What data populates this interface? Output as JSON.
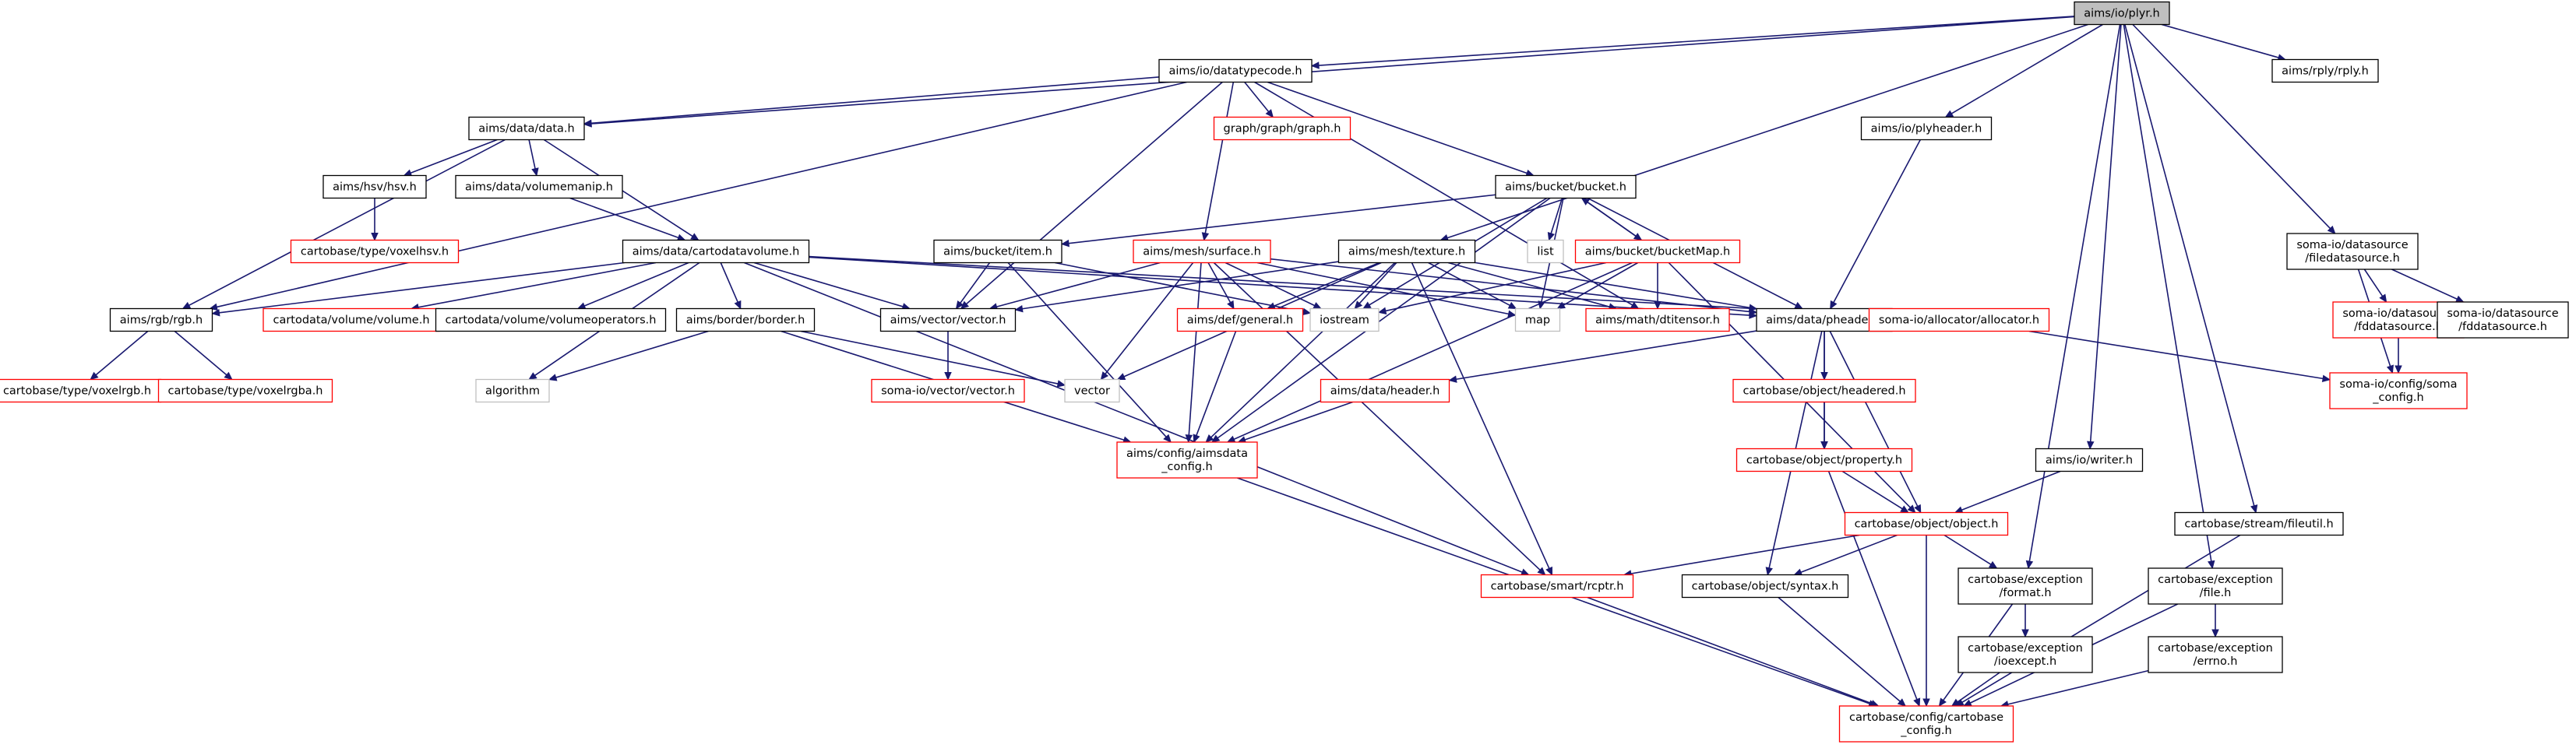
{
  "colors": {
    "edge": "#191970",
    "box_black": "#000000",
    "box_red": "#ff0000",
    "box_grey": "#bfbfbf",
    "box_root_fill": "#bfbfbf",
    "box_fill": "#ffffff"
  },
  "nodes": [
    {
      "id": "n_root",
      "style": "root",
      "lines": [
        "aims/io/plyr.h"
      ]
    },
    {
      "id": "n_datatypecode",
      "style": "black",
      "lines": [
        "aims/io/datatypecode.h"
      ]
    },
    {
      "id": "n_rplyh",
      "style": "black",
      "lines": [
        "aims/rply/rply.h"
      ]
    },
    {
      "id": "n_data",
      "style": "black",
      "lines": [
        "aims/data/data.h"
      ]
    },
    {
      "id": "n_graph",
      "style": "red",
      "lines": [
        "graph/graph/graph.h"
      ]
    },
    {
      "id": "n_plyheader",
      "style": "black",
      "lines": [
        "aims/io/plyheader.h"
      ]
    },
    {
      "id": "n_hsv",
      "style": "black",
      "lines": [
        "aims/hsv/hsv.h"
      ]
    },
    {
      "id": "n_volumemanip",
      "style": "black",
      "lines": [
        "aims/data/volumemanip.h"
      ]
    },
    {
      "id": "n_bucket",
      "style": "black",
      "lines": [
        "aims/bucket/bucket.h"
      ]
    },
    {
      "id": "n_voxelhsv",
      "style": "red",
      "lines": [
        "cartobase/type/voxelhsv.h"
      ]
    },
    {
      "id": "n_list",
      "style": "grey",
      "lines": [
        "list"
      ]
    },
    {
      "id": "n_filedatasource",
      "style": "black",
      "lines": [
        "soma-io/datasource",
        "/filedatasource.h"
      ]
    },
    {
      "id": "n_cartodatavolume",
      "style": "black",
      "lines": [
        "aims/data/cartodatavolume.h"
      ]
    },
    {
      "id": "n_item",
      "style": "black",
      "lines": [
        "aims/bucket/item.h"
      ]
    },
    {
      "id": "n_surface",
      "style": "red",
      "lines": [
        "aims/mesh/surface.h"
      ]
    },
    {
      "id": "n_texture",
      "style": "black",
      "lines": [
        "aims/mesh/texture.h"
      ]
    },
    {
      "id": "n_bucketmap",
      "style": "red",
      "lines": [
        "aims/bucket/bucketMap.h"
      ]
    },
    {
      "id": "n_rgb",
      "style": "black",
      "lines": [
        "aims/rgb/rgb.h"
      ]
    },
    {
      "id": "n_volume",
      "style": "red",
      "lines": [
        "cartodata/volume/volume.h"
      ]
    },
    {
      "id": "n_volumeoperators",
      "style": "black",
      "lines": [
        "cartodata/volume/volumeoperators.h"
      ]
    },
    {
      "id": "n_border",
      "style": "black",
      "lines": [
        "aims/border/border.h"
      ]
    },
    {
      "id": "n_vectorh",
      "style": "black",
      "lines": [
        "aims/vector/vector.h"
      ]
    },
    {
      "id": "n_iostream",
      "style": "grey",
      "lines": [
        "iostream"
      ]
    },
    {
      "id": "n_general",
      "style": "red",
      "lines": [
        "aims/def/general.h"
      ]
    },
    {
      "id": "n_map",
      "style": "grey",
      "lines": [
        "map"
      ]
    },
    {
      "id": "n_dtitensor",
      "style": "red",
      "lines": [
        "aims/math/dtitensor.h"
      ]
    },
    {
      "id": "n_pheader",
      "style": "black",
      "lines": [
        "aims/data/pheader.h"
      ]
    },
    {
      "id": "n_allocator",
      "style": "red",
      "lines": [
        "soma-io/allocator/allocator.h"
      ]
    },
    {
      "id": "n_fdds_red",
      "style": "red",
      "lines": [
        "soma-io/datasource",
        "/fddatasource.h"
      ]
    },
    {
      "id": "n_fdds_black",
      "style": "black",
      "lines": [
        "soma-io/datasource",
        "/fddatasource.h"
      ]
    },
    {
      "id": "n_voxelrgb",
      "style": "red",
      "lines": [
        "cartobase/type/voxelrgb.h"
      ]
    },
    {
      "id": "n_voxelrgba",
      "style": "red",
      "lines": [
        "cartobase/type/voxelrgba.h"
      ]
    },
    {
      "id": "n_algorithm",
      "style": "grey",
      "lines": [
        "algorithm"
      ]
    },
    {
      "id": "n_somavector",
      "style": "red",
      "lines": [
        "soma-io/vector/vector.h"
      ]
    },
    {
      "id": "n_vector",
      "style": "grey",
      "lines": [
        "vector"
      ]
    },
    {
      "id": "n_header",
      "style": "red",
      "lines": [
        "aims/data/header.h"
      ]
    },
    {
      "id": "n_headered",
      "style": "red",
      "lines": [
        "cartobase/object/headered.h"
      ]
    },
    {
      "id": "n_somaconfig",
      "style": "red",
      "lines": [
        "soma-io/config/soma",
        "_config.h"
      ]
    },
    {
      "id": "n_aimsdataconfig",
      "style": "red",
      "lines": [
        "aims/config/aimsdata",
        "_config.h"
      ]
    },
    {
      "id": "n_property",
      "style": "red",
      "lines": [
        "cartobase/object/property.h"
      ]
    },
    {
      "id": "n_writer",
      "style": "black",
      "lines": [
        "aims/io/writer.h"
      ]
    },
    {
      "id": "n_object",
      "style": "red",
      "lines": [
        "cartobase/object/object.h"
      ]
    },
    {
      "id": "n_fileutil",
      "style": "black",
      "lines": [
        "cartobase/stream/fileutil.h"
      ]
    },
    {
      "id": "n_rcptr",
      "style": "red",
      "lines": [
        "cartobase/smart/rcptr.h"
      ]
    },
    {
      "id": "n_syntax",
      "style": "black",
      "lines": [
        "cartobase/object/syntax.h"
      ]
    },
    {
      "id": "n_format",
      "style": "black",
      "lines": [
        "cartobase/exception",
        "/format.h"
      ]
    },
    {
      "id": "n_file",
      "style": "black",
      "lines": [
        "cartobase/exception",
        "/file.h"
      ]
    },
    {
      "id": "n_ioexcept",
      "style": "black",
      "lines": [
        "cartobase/exception",
        "/ioexcept.h"
      ]
    },
    {
      "id": "n_errno",
      "style": "black",
      "lines": [
        "cartobase/exception",
        "/errno.h"
      ]
    },
    {
      "id": "n_cartobaseconfig",
      "style": "red",
      "lines": [
        "cartobase/config/cartobase",
        "_config.h"
      ]
    }
  ],
  "edges": [
    [
      "n_root",
      "n_datatypecode"
    ],
    [
      "n_root",
      "n_rplyh"
    ],
    [
      "n_root",
      "n_data"
    ],
    [
      "n_root",
      "n_plyheader"
    ],
    [
      "n_root",
      "n_texture"
    ],
    [
      "n_root",
      "n_filedatasource"
    ],
    [
      "n_root",
      "n_writer"
    ],
    [
      "n_root",
      "n_format"
    ],
    [
      "n_root",
      "n_file"
    ],
    [
      "n_root",
      "n_fileutil"
    ],
    [
      "n_datatypecode",
      "n_data"
    ],
    [
      "n_datatypecode",
      "n_graph"
    ],
    [
      "n_datatypecode",
      "n_bucket"
    ],
    [
      "n_datatypecode",
      "n_surface"
    ],
    [
      "n_datatypecode",
      "n_vectorh"
    ],
    [
      "n_datatypecode",
      "n_rgb"
    ],
    [
      "n_datatypecode",
      "n_dtitensor"
    ],
    [
      "n_data",
      "n_hsv"
    ],
    [
      "n_data",
      "n_volumemanip"
    ],
    [
      "n_data",
      "n_cartodatavolume"
    ],
    [
      "n_data",
      "n_rgb"
    ],
    [
      "n_hsv",
      "n_voxelhsv"
    ],
    [
      "n_volumemanip",
      "n_cartodatavolume"
    ],
    [
      "n_plyheader",
      "n_pheader"
    ],
    [
      "n_bucket",
      "n_list"
    ],
    [
      "n_bucket",
      "n_item"
    ],
    [
      "n_bucket",
      "n_bucketmap"
    ],
    [
      "n_bucket",
      "n_iostream"
    ],
    [
      "n_bucket",
      "n_map"
    ],
    [
      "n_bucket",
      "n_pheader"
    ],
    [
      "n_bucket",
      "n_aimsdataconfig"
    ],
    [
      "n_bucketmap",
      "n_bucket"
    ],
    [
      "n_bucketmap",
      "n_map"
    ],
    [
      "n_bucketmap",
      "n_dtitensor"
    ],
    [
      "n_bucketmap",
      "n_iostream"
    ],
    [
      "n_bucketmap",
      "n_object"
    ],
    [
      "n_bucketmap",
      "n_aimsdataconfig"
    ],
    [
      "n_cartodatavolume",
      "n_rgb"
    ],
    [
      "n_cartodatavolume",
      "n_volume"
    ],
    [
      "n_cartodatavolume",
      "n_volumeoperators"
    ],
    [
      "n_cartodatavolume",
      "n_border"
    ],
    [
      "n_cartodatavolume",
      "n_vectorh"
    ],
    [
      "n_cartodatavolume",
      "n_algorithm"
    ],
    [
      "n_cartodatavolume",
      "n_pheader"
    ],
    [
      "n_cartodatavolume",
      "n_allocator"
    ],
    [
      "n_cartodatavolume",
      "n_rcptr"
    ],
    [
      "n_item",
      "n_vectorh"
    ],
    [
      "n_item",
      "n_iostream"
    ],
    [
      "n_item",
      "n_aimsdataconfig"
    ],
    [
      "n_surface",
      "n_vectorh"
    ],
    [
      "n_surface",
      "n_general"
    ],
    [
      "n_surface",
      "n_iostream"
    ],
    [
      "n_surface",
      "n_map"
    ],
    [
      "n_surface",
      "n_vector"
    ],
    [
      "n_surface",
      "n_aimsdataconfig"
    ],
    [
      "n_surface",
      "n_rcptr"
    ],
    [
      "n_surface",
      "n_pheader"
    ],
    [
      "n_texture",
      "n_vectorh"
    ],
    [
      "n_texture",
      "n_general"
    ],
    [
      "n_texture",
      "n_iostream"
    ],
    [
      "n_texture",
      "n_map"
    ],
    [
      "n_texture",
      "n_dtitensor"
    ],
    [
      "n_texture",
      "n_pheader"
    ],
    [
      "n_texture",
      "n_vector"
    ],
    [
      "n_texture",
      "n_aimsdataconfig"
    ],
    [
      "n_texture",
      "n_rcptr"
    ],
    [
      "n_rgb",
      "n_voxelrgb"
    ],
    [
      "n_rgb",
      "n_voxelrgba"
    ],
    [
      "n_border",
      "n_algorithm"
    ],
    [
      "n_border",
      "n_vector"
    ],
    [
      "n_border",
      "n_aimsdataconfig"
    ],
    [
      "n_vectorh",
      "n_somavector"
    ],
    [
      "n_general",
      "n_aimsdataconfig"
    ],
    [
      "n_pheader",
      "n_header"
    ],
    [
      "n_pheader",
      "n_headered"
    ],
    [
      "n_pheader",
      "n_property"
    ],
    [
      "n_pheader",
      "n_object"
    ],
    [
      "n_pheader",
      "n_syntax"
    ],
    [
      "n_header",
      "n_aimsdataconfig"
    ],
    [
      "n_allocator",
      "n_somaconfig"
    ],
    [
      "n_filedatasource",
      "n_fdds_red"
    ],
    [
      "n_filedatasource",
      "n_fdds_black"
    ],
    [
      "n_filedatasource",
      "n_somaconfig"
    ],
    [
      "n_fdds_red",
      "n_somaconfig"
    ],
    [
      "n_headered",
      "n_property"
    ],
    [
      "n_property",
      "n_object"
    ],
    [
      "n_property",
      "n_cartobaseconfig"
    ],
    [
      "n_writer",
      "n_object"
    ],
    [
      "n_object",
      "n_rcptr"
    ],
    [
      "n_object",
      "n_syntax"
    ],
    [
      "n_object",
      "n_format"
    ],
    [
      "n_object",
      "n_cartobaseconfig"
    ],
    [
      "n_aimsdataconfig",
      "n_cartobaseconfig"
    ],
    [
      "n_rcptr",
      "n_cartobaseconfig"
    ],
    [
      "n_syntax",
      "n_cartobaseconfig"
    ],
    [
      "n_format",
      "n_ioexcept"
    ],
    [
      "n_format",
      "n_cartobaseconfig"
    ],
    [
      "n_ioexcept",
      "n_cartobaseconfig"
    ],
    [
      "n_file",
      "n_errno"
    ],
    [
      "n_file",
      "n_cartobaseconfig"
    ],
    [
      "n_errno",
      "n_cartobaseconfig"
    ],
    [
      "n_fileutil",
      "n_cartobaseconfig"
    ]
  ]
}
